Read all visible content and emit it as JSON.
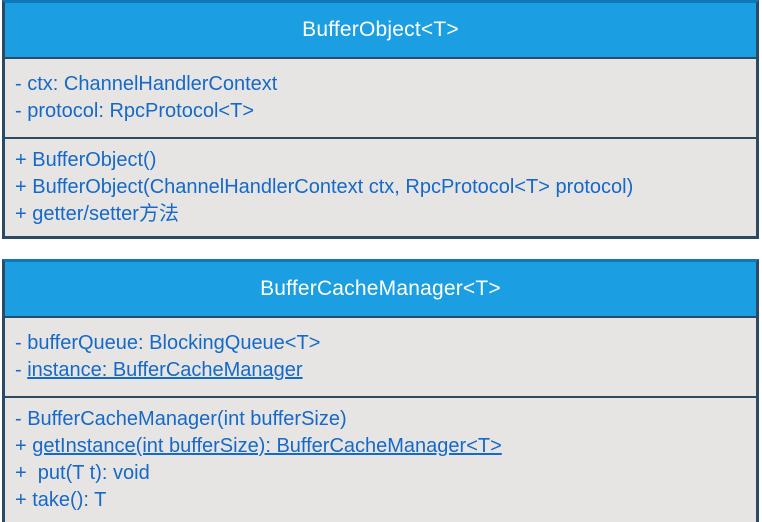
{
  "diagram": {
    "kind": "uml-class-diagram",
    "classes": [
      {
        "name": "BufferObject<T>",
        "attributes": [
          {
            "prefix": "- ",
            "label": "ctx: ChannelHandlerContext"
          },
          {
            "prefix": "- ",
            "label": "protocol: RpcProtocol<T>"
          }
        ],
        "methods": [
          {
            "prefix": "+ ",
            "label": "BufferObject()"
          },
          {
            "prefix": "+ ",
            "label": "BufferObject(ChannelHandlerContext ctx, RpcProtocol<T> protocol)"
          },
          {
            "prefix": "+ ",
            "label": "getter/setter方法"
          }
        ]
      },
      {
        "name": "BufferCacheManager<T>",
        "attributes": [
          {
            "prefix": "- ",
            "label": "bufferQueue: BlockingQueue<T>"
          },
          {
            "prefix": "- ",
            "label": "instance: BufferCacheManager",
            "static": true
          }
        ],
        "methods": [
          {
            "prefix": "- ",
            "label": "BufferCacheManager(int bufferSize)"
          },
          {
            "prefix": "+ ",
            "label": "getInstance(int bufferSize): BufferCacheManager<T>",
            "static": true
          },
          {
            "prefix": "+  ",
            "label": "put(T t): void"
          },
          {
            "prefix": "+ ",
            "label": "take(): T"
          }
        ]
      }
    ]
  },
  "colors": {
    "header_bg": "#1b9ee2",
    "header_top_border": "#1277b6",
    "header_text": "#ffffff",
    "section_bg": "#e6e5e3",
    "border": "#2c4a63",
    "member_text": "#1569c8",
    "page_bg": "#ffffff"
  }
}
